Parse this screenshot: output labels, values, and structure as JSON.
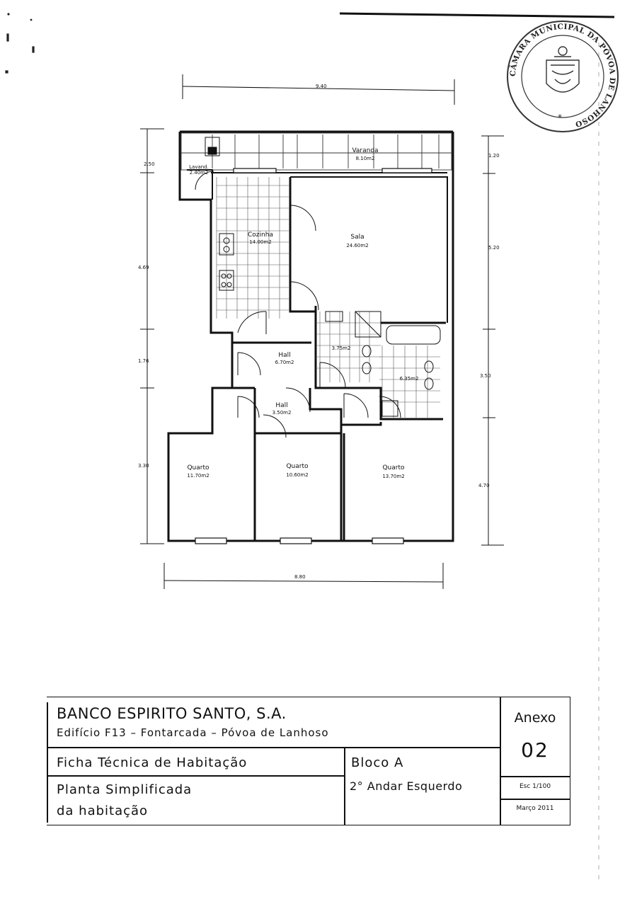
{
  "stamp": {
    "text": "CÂMARA MUNICIPAL DA PÓVOA DE LANHOSO",
    "icon": "municipal-seal-icon"
  },
  "dimensions": {
    "top": "9.40",
    "bottom": "8.80",
    "left": [
      "2.50",
      "4.69",
      "1.76",
      "3.30"
    ],
    "right": [
      "1.20",
      "5.20",
      "3.50",
      "4.70"
    ]
  },
  "rooms": {
    "varanda": {
      "name": "Varanda",
      "area": "8.10m2"
    },
    "lavandaria": {
      "name": "Lavand.",
      "area": "2.40m2"
    },
    "cozinha": {
      "name": "Cozinha",
      "area": "14.00m2"
    },
    "sala": {
      "name": "Sala",
      "area": "24.60m2"
    },
    "wc1": {
      "area": "3.75m2"
    },
    "wc2": {
      "area": "6.35m2"
    },
    "hall1": {
      "name": "Hall",
      "area": "6.70m2"
    },
    "hall2": {
      "name": "Hall",
      "area": "3.50m2"
    },
    "quarto1": {
      "name": "Quarto",
      "area": "11.70m2"
    },
    "quarto2": {
      "name": "Quarto",
      "area": "10.60m2"
    },
    "quarto3": {
      "name": "Quarto",
      "area": "13.70m2"
    }
  },
  "title_block": {
    "company": "BANCO ESPIRITO SANTO, S.A.",
    "building": "Edifício F13 – Fontarcada – Póvoa de Lanhoso",
    "sheet_title": "Ficha Técnica de Habitação",
    "bloco": "Bloco A",
    "drawing_title_1": "Planta Simplificada",
    "drawing_title_2": "da habitação",
    "floor": "2° Andar Esquerdo",
    "anexo_label": "Anexo",
    "anexo_number": "02",
    "scale": "Esc 1/100",
    "date": "Março 2011"
  }
}
